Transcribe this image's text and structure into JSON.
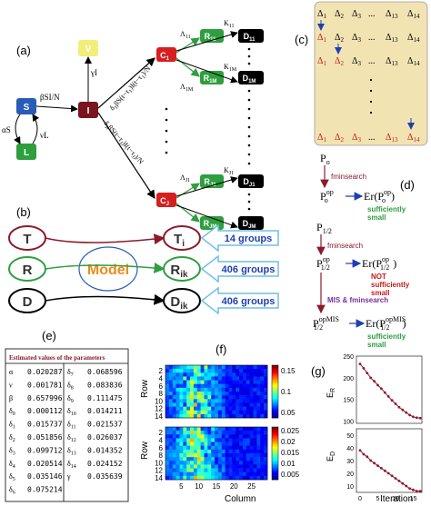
{
  "panel_labels": {
    "a": "(a)",
    "b": "(b)",
    "c": "(c)",
    "d": "(d)",
    "e": "(e)",
    "f": "(f)",
    "g": "(g)"
  },
  "panel_a": {
    "nodes": {
      "S": "S",
      "L": "L",
      "V": "V",
      "I": "I",
      "C1": "C",
      "C1_sub": "1",
      "CJ": "C",
      "CJ_sub": "J",
      "R11": "R",
      "R11_sub": "11",
      "R1M": "R",
      "R1M_sub": "1M",
      "RJ1": "R",
      "RJ1_sub": "J1",
      "RJM": "R",
      "RJM_sub": "JM",
      "D11": "D",
      "D11_sub": "11",
      "D1M": "D",
      "D1M_sub": "1M",
      "DJ1": "D",
      "DJ1_sub": "J1",
      "DJM": "D",
      "DJM_sub": "JM"
    },
    "edges": {
      "alphaS": "αS",
      "nuL": "νL",
      "betaSIN": "βSI/N",
      "gammaI": "γI",
      "delta1": "δ",
      "delta1_sub": "1",
      "delta1_rest": "βS(t−τ",
      "delta1_rest2": ")I(t−τ",
      ")/N": ")/N",
      "deltaJ": "δ",
      "deltaJ_sub": "J",
      "deltaJ_rest": "βS(t−τ",
      "deltaJ_rest2": ")I(t−τ",
      "deltaJ_end": ")/N",
      "tau1": "1",
      "tauJ": "J",
      "A11": "Λ",
      "A11_sub": "11",
      "A1M": "Λ",
      "A1M_sub": "1M",
      "AJ1": "Λ",
      "AJ1_sub": "J1",
      "AJM": "Λ",
      "AJM_sub": "JM",
      "K11": "K",
      "K11_sub": "11",
      "K1M": "K",
      "K1M_sub": "1M",
      "KJ1": "K",
      "KJ1_sub": "J1",
      "KJM": "K",
      "KJM_sub": "JM"
    }
  },
  "panel_b": {
    "inputs": [
      "T",
      "R",
      "D"
    ],
    "model": "Model",
    "outputs": [
      {
        "main": "T",
        "sub": "i"
      },
      {
        "main": "R",
        "sub": "ik"
      },
      {
        "main": "D",
        "sub": "ik"
      }
    ],
    "groups": [
      "14 groups",
      "406 groups",
      "406 groups"
    ]
  },
  "panel_c": {
    "row1": [
      "Δ",
      "Δ",
      "Δ",
      "...",
      "Δ",
      "Δ"
    ],
    "row1_sub": [
      "1",
      "2",
      "3",
      "",
      "13",
      "14"
    ],
    "row2": [
      "Δ",
      "Δ",
      "Δ",
      "...",
      "Δ",
      "Δ"
    ],
    "row2_sub": [
      "1",
      "2",
      "3",
      "",
      "13",
      "14"
    ],
    "row3": [
      "Δ",
      "Δ",
      "Δ",
      "...",
      "Δ",
      "Δ"
    ],
    "row3_sub": [
      "1",
      "2",
      "3",
      "",
      "13",
      "14"
    ],
    "dots": "·",
    "last": [
      "Δ",
      "Δ",
      "Δ",
      "...",
      "Δ",
      "Δ"
    ],
    "last_sub": [
      "1",
      "2",
      "3",
      "",
      "13",
      "14"
    ]
  },
  "panel_d": {
    "p0": "P",
    "p0_sub": "o",
    "fmin1": "fminsearch",
    "p0op": "P",
    "p0op_sub": "o",
    "p0op_sup": "op",
    "er0": "Er(P",
    "er0_sub": "o",
    "er0_sup": "op",
    "er0_end": ")",
    "suff1a": "sufficiently",
    "suff1b": "small",
    "p12": "P",
    "p12_sub": "1/2",
    "fmin2": "fminsearch",
    "p12op": "P",
    "p12op_sub": "1/2",
    "p12op_sup": "op",
    "er12": "Er(P",
    "er12_sub": "1/2",
    "er12_sup": "op",
    "er12_end": ")",
    "notsuff_a": "NOT",
    "notsuff_b": "sufficiently",
    "notsuff_c": "small",
    "mis": "MIS & fminsearch",
    "p12mis": "P",
    "p12mis_sub": "1/2",
    "p12mis_sup": "opMIS",
    "er12mis": "Er(P",
    "er12mis_sub": "1/2",
    "er12mis_sup": "opMIS",
    "er12mis_end": ")",
    "suff2a": "sufficiently",
    "suff2b": "small"
  },
  "panel_e": {
    "title": "Estimated values of the parameters",
    "left": [
      [
        "α",
        "0.020287"
      ],
      [
        "ν",
        "0.001781"
      ],
      [
        "β",
        "0.657996"
      ],
      [
        "δ",
        "0.000112"
      ],
      [
        "δ",
        "0.015737"
      ],
      [
        "δ",
        "0.051856"
      ],
      [
        "δ",
        "0.099712"
      ],
      [
        "δ",
        "0.020514"
      ],
      [
        "δ",
        "0.035146"
      ],
      [
        "δ",
        "0.075214"
      ]
    ],
    "left_sub": [
      "",
      "",
      "",
      "0",
      "1",
      "2",
      "3",
      "4",
      "5",
      "6"
    ],
    "right": [
      [
        "δ",
        "0.068596"
      ],
      [
        "δ",
        "0.083836"
      ],
      [
        "δ",
        "0.111475"
      ],
      [
        "δ",
        "0.014211"
      ],
      [
        "δ",
        "0.021537"
      ],
      [
        "δ",
        "0.026037"
      ],
      [
        "δ",
        "0.014352"
      ],
      [
        "δ",
        "0.024152"
      ],
      [
        "γ",
        "0.035639"
      ]
    ],
    "right_sub": [
      "7",
      "8",
      "9",
      "10",
      "11",
      "12",
      "13",
      "14",
      ""
    ]
  },
  "panel_f": {
    "top_ticks_y": [
      "2",
      "4",
      "6",
      "8",
      "10",
      "12",
      "14"
    ],
    "bottom_ticks_y": [
      "2",
      "4",
      "6",
      "8",
      "10",
      "12",
      "14"
    ],
    "ticks_x": [
      "5",
      "10",
      "15",
      "20",
      "25"
    ],
    "xlabel": "Column",
    "ylabel": "Row",
    "cbar_top": [
      "0.15",
      "0.1",
      "0.05"
    ],
    "cbar_bottom": [
      "0.025",
      "0.02",
      "0.015",
      "0.01",
      "0.005"
    ],
    "colors": {
      "low": "#00008f",
      "mid": "#00ffff",
      "high": "#ff0000"
    }
  },
  "panel_g": {
    "top": {
      "ylabel": "E",
      "ylabel_sub": "R",
      "yticks": [
        "250",
        "200",
        "150",
        "100"
      ],
      "values": [
        232,
        222,
        211,
        200,
        192,
        183,
        175,
        166,
        157,
        148,
        140,
        132,
        126,
        120,
        114,
        110,
        108,
        107
      ]
    },
    "bottom": {
      "ylabel": "E",
      "ylabel_sub": "D",
      "yticks": [
        "50",
        "40",
        "30",
        "20",
        "10"
      ],
      "values": [
        38,
        35,
        33,
        30,
        28,
        26,
        24,
        22,
        20,
        18,
        16,
        14,
        12,
        10,
        8,
        7,
        6,
        6
      ]
    },
    "xticks": [
      "0",
      "5",
      "10",
      "15"
    ],
    "xlabel": "Iteration",
    "colors": {
      "line": "#8b1a2b"
    }
  }
}
